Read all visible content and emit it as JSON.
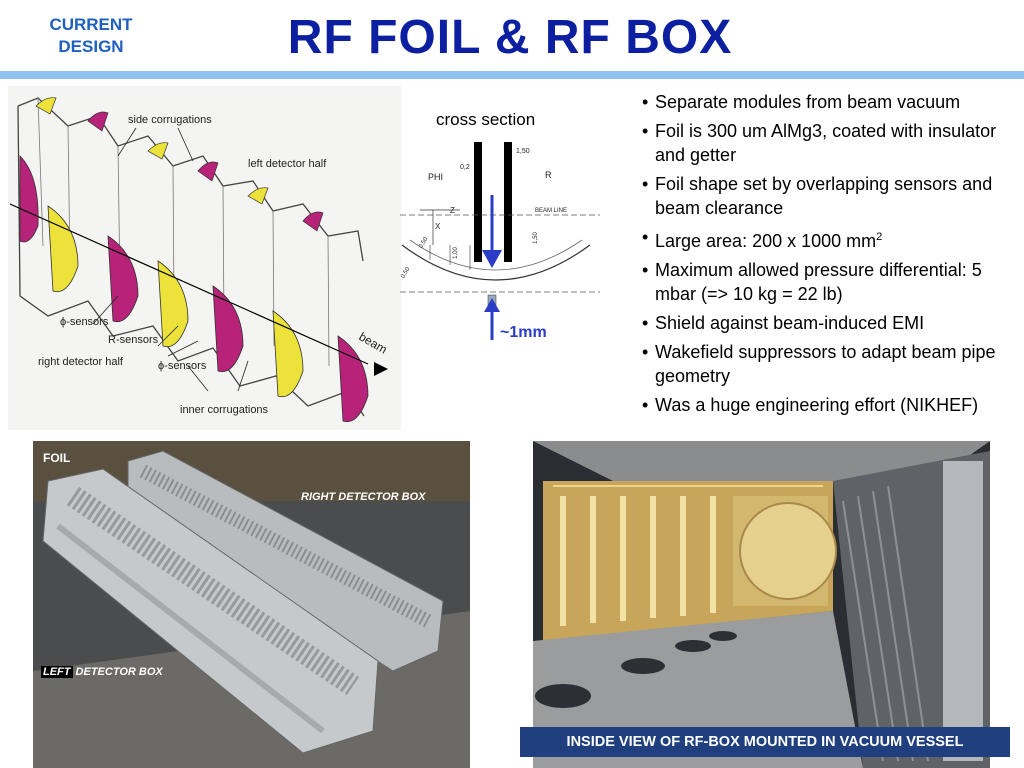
{
  "header": {
    "tag_line1": "CURRENT",
    "tag_line2": "DESIGN",
    "title": "RF FOIL & RF BOX"
  },
  "foil_diagram": {
    "labels": {
      "side_corrugations": "side corrugations",
      "left_half": "left detector half",
      "phi_sensors_1": "ϕ-sensors",
      "r_sensors": "R-sensors",
      "right_half": "right detector half",
      "phi_sensors_2": "ϕ-sensors",
      "inner_corrugations": "inner corrugations",
      "beam": "beam"
    },
    "colors": {
      "phi_sensor": "#ece23a",
      "r_sensor": "#b8237a"
    }
  },
  "cross_section": {
    "title": "cross section",
    "phi": "PHI",
    "r": "R",
    "z": "Z",
    "x": "X",
    "beam_line": "BEAM LINE",
    "dim_top": "1,50",
    "dim_a": "0,2",
    "dim_b": "1,50",
    "dim_c": "1,00",
    "dim_d": "0,50",
    "dim_e": "0,50",
    "gap": "~1mm",
    "arrow_color": "#2a3cc8"
  },
  "bullets": [
    "Separate modules from beam vacuum",
    "Foil is 300 um AlMg3, coated with insulator and getter",
    "Foil shape set by overlapping sensors and beam clearance",
    "Large area: 200 x 1000 mm",
    "Maximum allowed pressure differential: 5 mbar (=> 10 kg = 22 lb)",
    "Shield against beam-induced EMI",
    "Wakefield suppressors to adapt beam pipe geometry",
    "Was a huge engineering effort (NIKHEF)"
  ],
  "bullet4_sup": "2",
  "photo_left": {
    "tag": "FOIL",
    "right_box": "RIGHT DETECTOR BOX",
    "left_word": "LEFT",
    "left_rest": " DETECTOR BOX"
  },
  "photo_right": {
    "caption": "INSIDE VIEW OF RF-BOX MOUNTED IN VACUUM VESSEL"
  }
}
